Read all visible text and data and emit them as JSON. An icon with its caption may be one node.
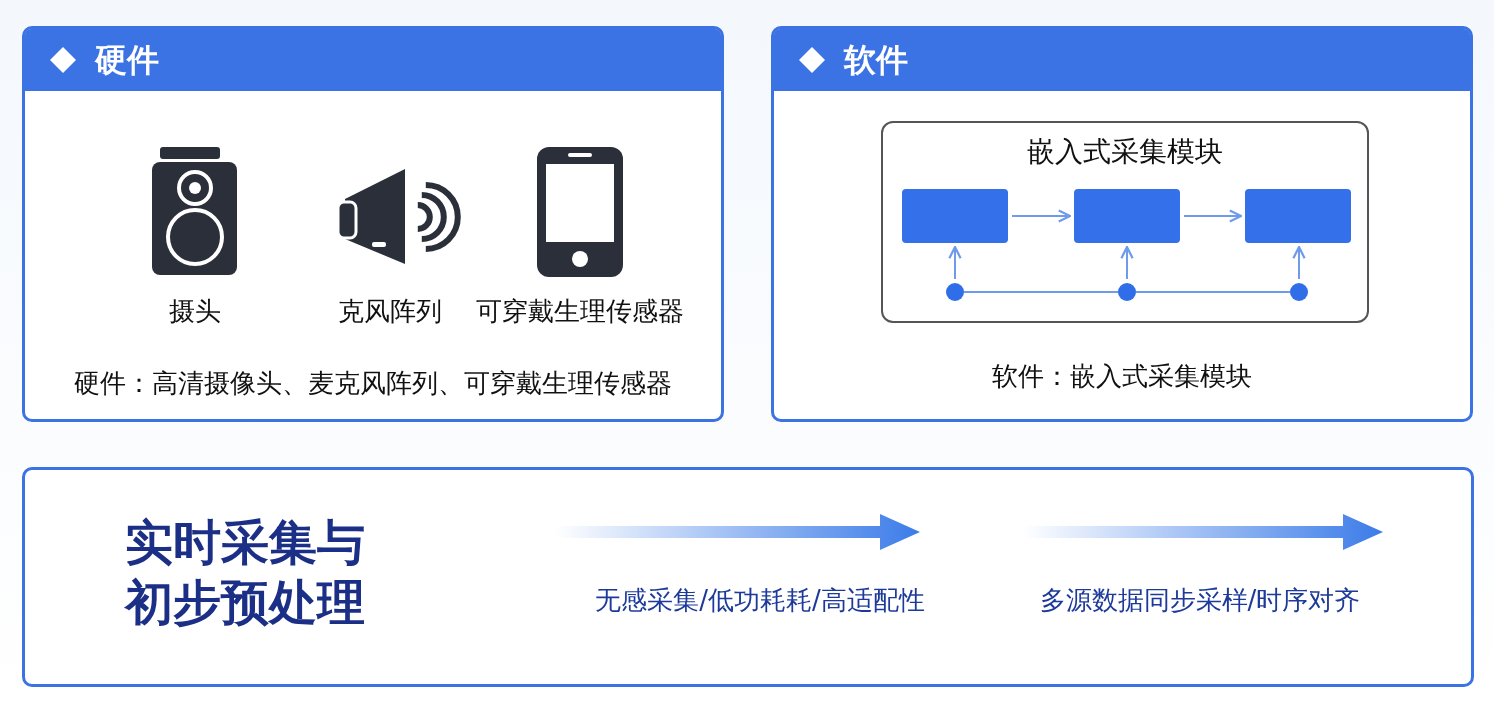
{
  "diagram": {
    "nodes": [
      {
        "text": [
          "硬件",
          "硬件：高清摄像头、麦克风阵列、可穿戴生理传感器"
        ]
      },
      {
        "text": [
          "摄头"
        ],
        "in": 0
      },
      {
        "text": [
          "克风阵列"
        ],
        "in": 0
      },
      {
        "text": [
          "可穿戴生理传感器"
        ],
        "in": 0
      },
      {
        "text": [
          "软件",
          "软件：嵌入式采集模块"
        ]
      },
      {
        "text": [
          "嵌入式采集模块"
        ],
        "in": 4
      },
      {
        "text": [],
        "shape": "box",
        "in": 5
      },
      {
        "text": [],
        "shape": "box",
        "in": 5
      },
      {
        "text": [],
        "shape": "box",
        "in": 5
      },
      {
        "text": [],
        "shape": "circle",
        "in": 5
      },
      {
        "text": [],
        "shape": "circle",
        "in": 5
      },
      {
        "text": [],
        "shape": "circle",
        "in": 5
      },
      {
        "text": [
          "实时采集与初步预处理"
        ]
      }
    ],
    "edges": [
      {
        "from": 6,
        "to": 7,
        "arrow": "to"
      },
      {
        "from": 7,
        "to": 8,
        "arrow": "to"
      },
      {
        "from": 9,
        "to": 6,
        "arrow": "to"
      },
      {
        "from": 10,
        "to": 7,
        "arrow": "to"
      },
      {
        "from": 11,
        "to": 8,
        "arrow": "to"
      },
      {
        "from": 9,
        "to": 10,
        "arrow": "none"
      },
      {
        "from": 10,
        "to": 11,
        "arrow": "none"
      }
    ],
    "labels": [
      "无感采集/低功耗耗/高适配性",
      "多源数据同步采样/时序对齐"
    ]
  }
}
